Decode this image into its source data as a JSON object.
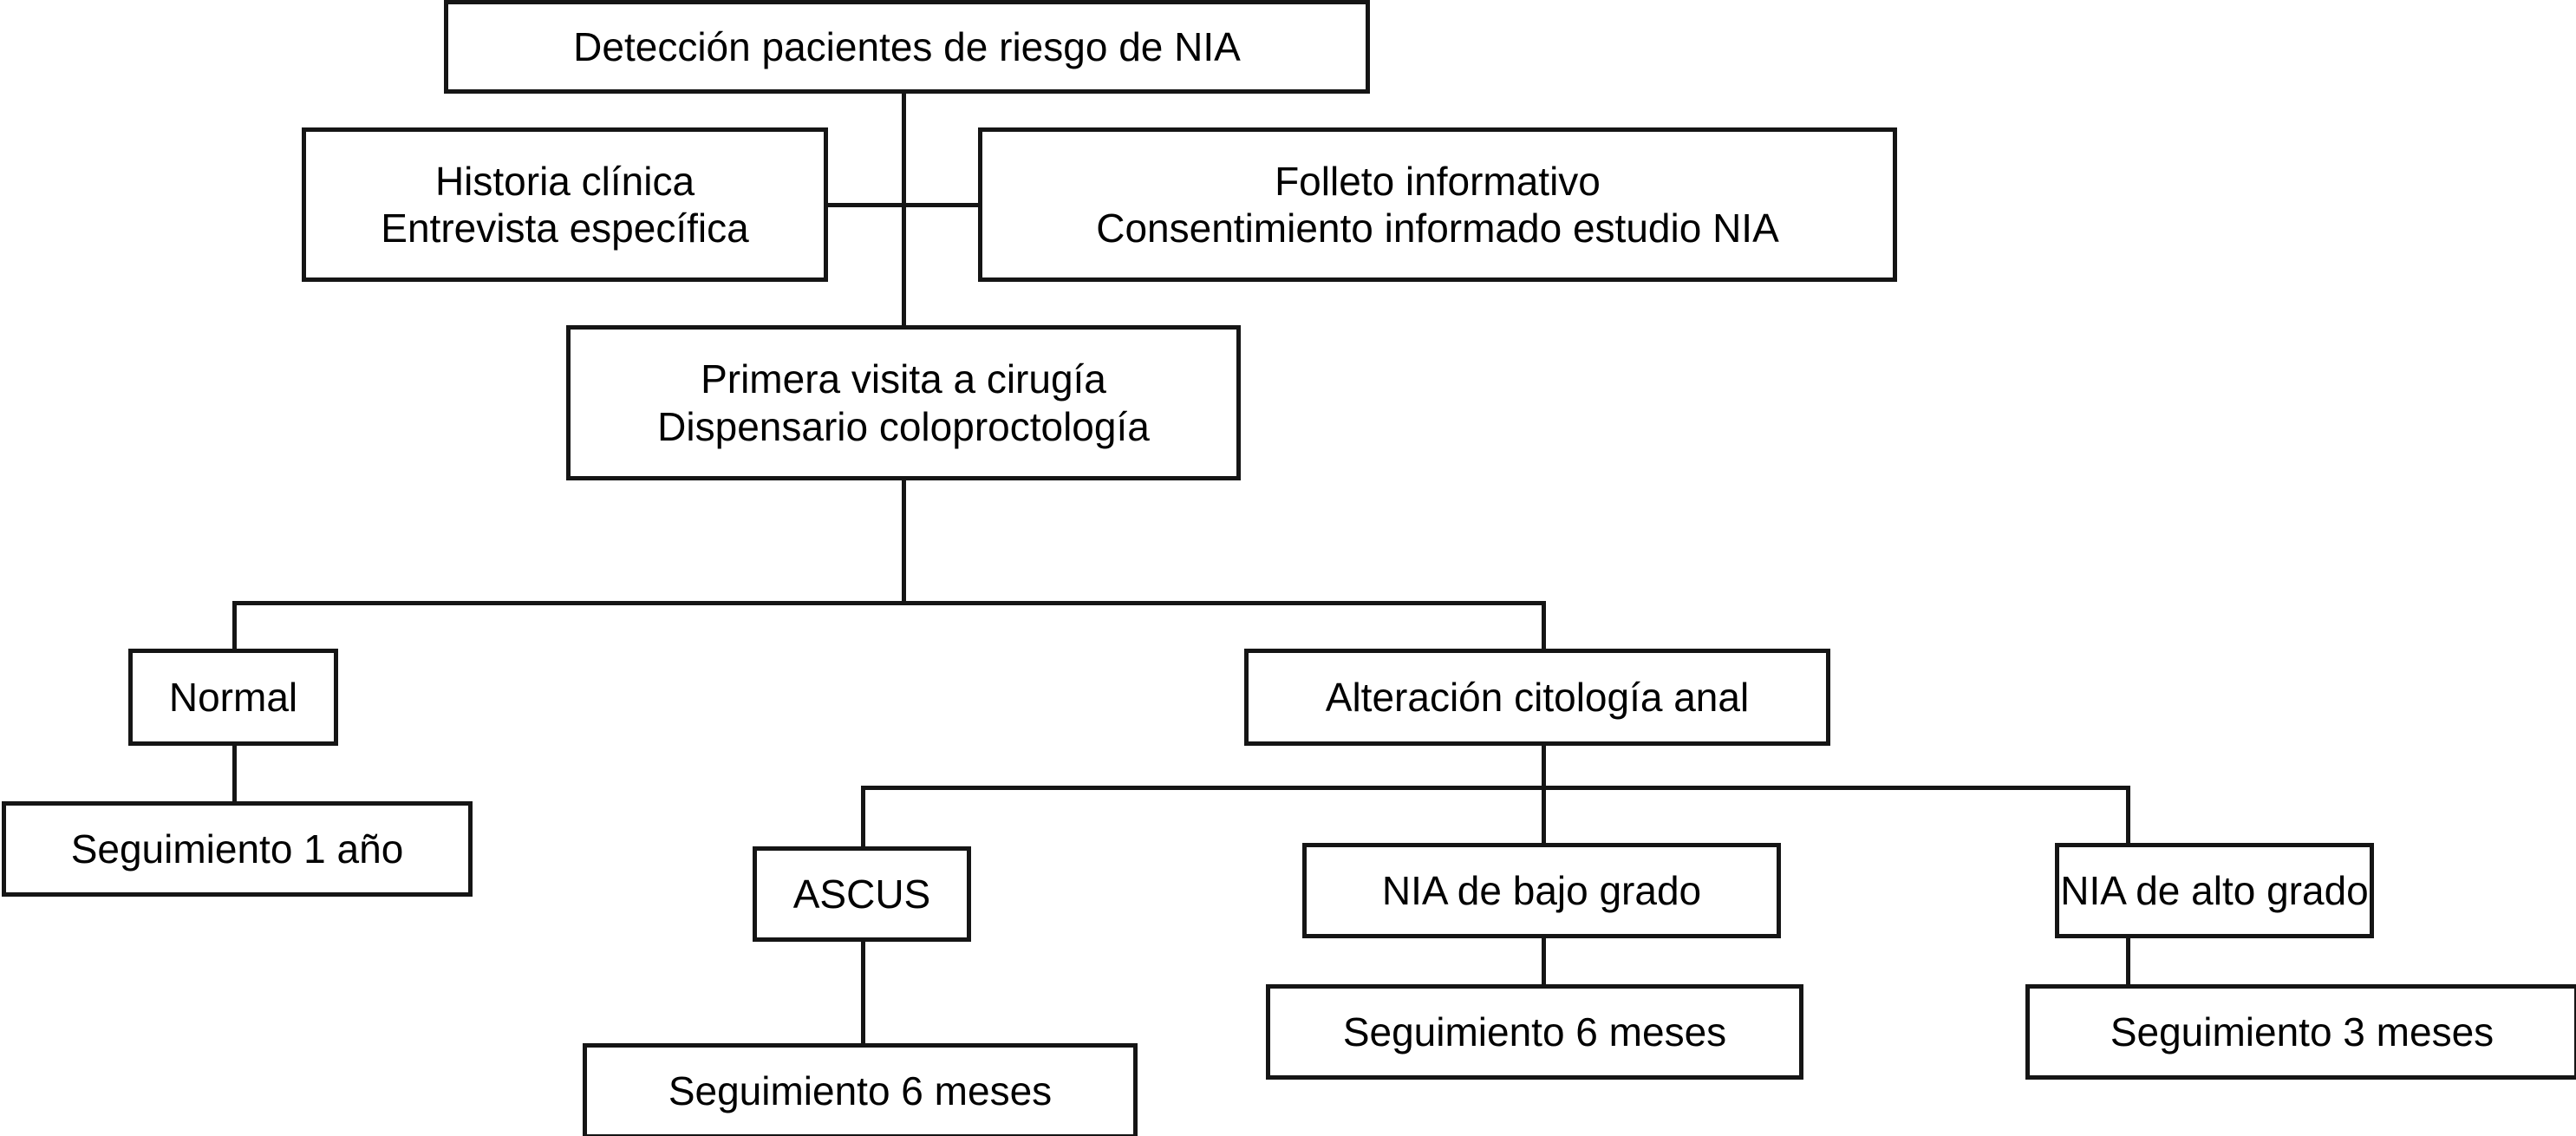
{
  "diagram": {
    "title": "Detección pacientes de riesgo de NIA",
    "type": "flowchart",
    "language": "es",
    "nodes": {
      "root": {
        "label": "Detección pacientes de riesgo de NIA"
      },
      "historia": {
        "line1": "Historia clínica",
        "line2": "Entrevista específica"
      },
      "folleto": {
        "line1": "Folleto informativo",
        "line2": "Consentimiento informado estudio NIA"
      },
      "primera_visita": {
        "line1": "Primera visita a cirugía",
        "line2": "Dispensario coloproctología"
      },
      "normal": {
        "label": "Normal"
      },
      "seguimiento_1_ano": {
        "label": "Seguimiento 1 año"
      },
      "alteracion": {
        "label": "Alteración citología anal"
      },
      "ascus": {
        "label": "ASCUS"
      },
      "ascus_seguimiento": {
        "label": "Seguimiento 6 meses"
      },
      "nia_bajo": {
        "label": "NIA de bajo grado"
      },
      "nia_bajo_seguimiento": {
        "label": "Seguimiento 6 meses"
      },
      "nia_alto": {
        "label": "NIA de alto grado"
      },
      "nia_alto_seguimiento": {
        "label": "Seguimiento 3 meses"
      }
    },
    "colors": {
      "stroke": "#151515",
      "fill": "#ffffff",
      "text": "#000000"
    }
  }
}
